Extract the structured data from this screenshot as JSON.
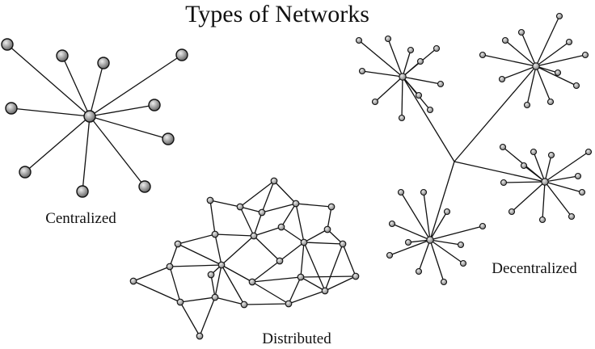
{
  "title": "Types of Networks",
  "labels": {
    "centralized": "Centralized",
    "distributed": "Distributed",
    "decentralized": "Decentralized"
  },
  "colors": {
    "ink": "#111111",
    "node_light": "#eeeeee",
    "node_dark": "#6a6a6a"
  }
}
